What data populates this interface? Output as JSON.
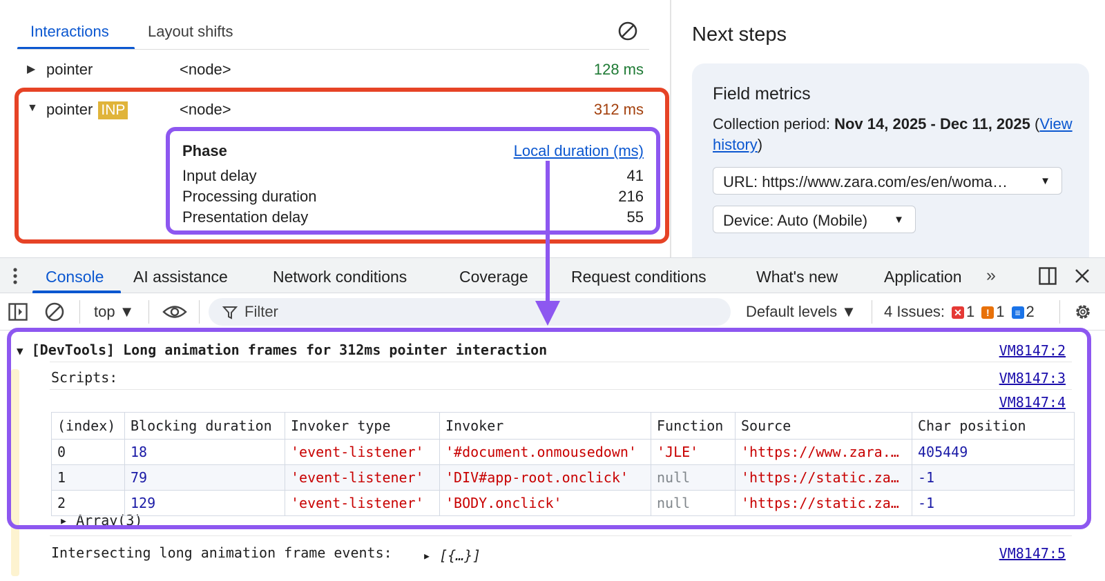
{
  "perf": {
    "tabs": [
      "Interactions",
      "Layout shifts"
    ],
    "interactions": [
      {
        "type": "pointer",
        "badge": "",
        "node": "<node>",
        "duration": "128 ms"
      },
      {
        "type": "pointer",
        "badge": "INP",
        "node": "<node>",
        "duration": "312 ms"
      }
    ],
    "phase": {
      "header": "Phase",
      "link": "Local duration (ms)",
      "rows": [
        {
          "label": "Input delay",
          "value": "41"
        },
        {
          "label": "Processing duration",
          "value": "216"
        },
        {
          "label": "Presentation delay",
          "value": "55"
        }
      ]
    }
  },
  "next_steps": {
    "title": "Next steps",
    "card_title": "Field metrics",
    "period_label": "Collection period: ",
    "period_value": "Nov 14, 2025 - Dec 11, 2025",
    "paren_open": "(",
    "history_link": "View history",
    "paren_close": ")",
    "url_select": "URL: https://www.zara.com/es/en/woma…",
    "device_select": "Device: Auto (Mobile)"
  },
  "drawer": {
    "tabs": [
      "Console",
      "AI assistance",
      "Network conditions",
      "Coverage",
      "Request conditions",
      "What's new",
      "Application"
    ],
    "more": "»"
  },
  "toolbar": {
    "context": "top ▼",
    "filter_placeholder": "Filter",
    "levels": "Default levels ▼",
    "issues_label": "4 Issues:",
    "errors": "1",
    "warnings": "1",
    "infos": "2"
  },
  "console": {
    "group_title": "[DevTools] Long animation frames for 312ms pointer interaction",
    "group_src": "VM8147:2",
    "scripts_label": "Scripts:",
    "scripts_src": "VM8147:3",
    "table_src": "VM8147:4",
    "table": {
      "headers": [
        "(index)",
        "Blocking duration",
        "Invoker type",
        "Invoker",
        "Function",
        "Source",
        "Char position"
      ],
      "rows": [
        [
          "0",
          "18",
          "'event-listener'",
          "'#document.onmousedown'",
          "'JLE'",
          "'https://www.zara.…",
          "405449"
        ],
        [
          "1",
          "79",
          "'event-listener'",
          "'DIV#app-root.onclick'",
          "null",
          "'https://static.za…",
          "-1"
        ],
        [
          "2",
          "129",
          "'event-listener'",
          "'BODY.onclick'",
          "null",
          "'https://static.za…",
          "-1"
        ]
      ]
    },
    "array_label": "▸ Array(3)",
    "intersect_label": "Intersecting long animation frame events:",
    "intersect_value": "▸ [{…}]",
    "intersect_src": "VM8147:5"
  },
  "colors": {
    "accent": "#0b57d0",
    "red_highlight": "#e64326",
    "purple_highlight": "#8d57f0",
    "inp_badge": "#e0b43a"
  }
}
